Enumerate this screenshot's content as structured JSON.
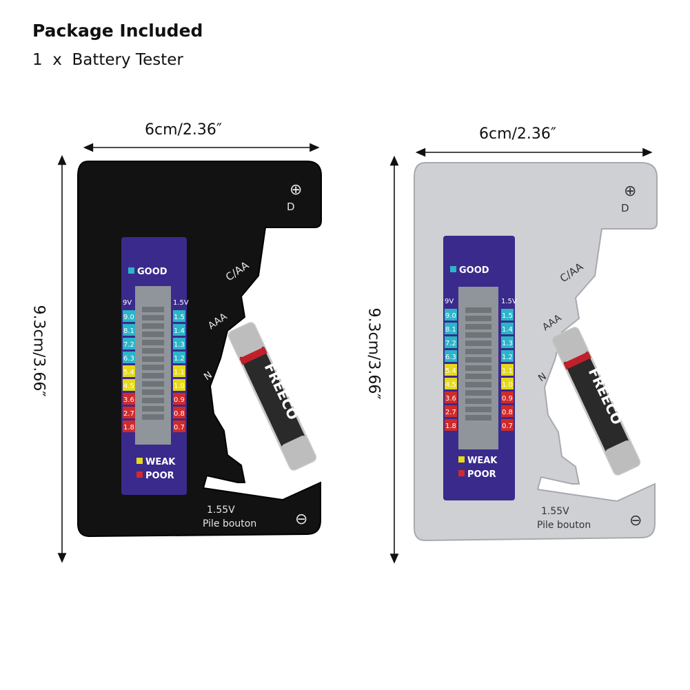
{
  "header": {
    "title": "Package Included",
    "item": "1  x  Battery Tester"
  },
  "dimensions": {
    "width": "6cm/2.36″",
    "height": "9.3cm/3.66″"
  },
  "tester": {
    "plus_symbol": "⊕",
    "minus_symbol": "⊖",
    "label_d": "D",
    "label_caa": "C/AA",
    "label_aaa": "AAA",
    "label_n": "N",
    "label_volt": "1.55V",
    "label_pile": "Pile bouton",
    "good": "GOOD",
    "weak": "WEAK",
    "poor": "POOR",
    "scale_left_head": "9V",
    "scale_right_head": "1.5V",
    "scale_left": [
      "9.0",
      "8.1",
      "7.2",
      "6.3",
      "5.4",
      "4.5",
      "3.6",
      "2.7",
      "1.8"
    ],
    "scale_right": [
      "1.5",
      "1.4",
      "1.3",
      "1.2",
      "1.1",
      "1.0",
      "0.9",
      "0.8",
      "0.7"
    ],
    "battery_brand": "FREECO"
  },
  "colors": {
    "good": "#2bb5c9",
    "weak": "#e6d91a",
    "poor": "#d12a2a",
    "panel": "#3a2a8c",
    "black_body": "#121212",
    "silver_body": "#c9cacd"
  }
}
